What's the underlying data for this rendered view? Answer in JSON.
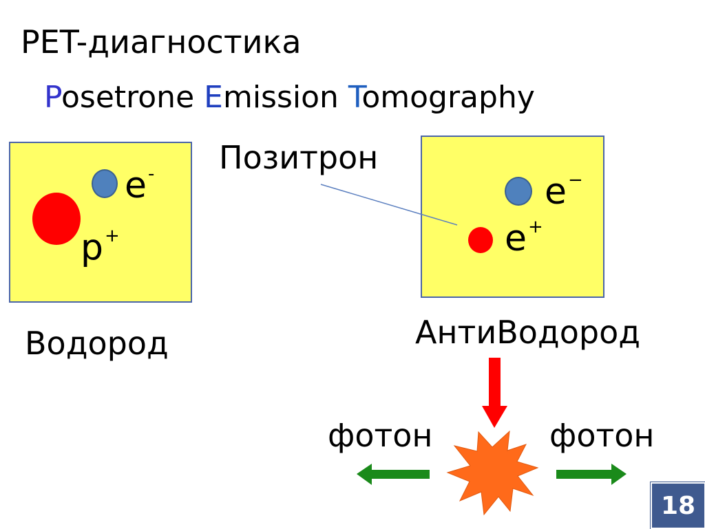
{
  "slide": {
    "title": "PET-диагностика",
    "subtitle_parts": [
      {
        "letter": "P",
        "rest": "osetrone"
      },
      {
        "letter": "E",
        "rest": "mission"
      },
      {
        "letter": "T",
        "rest": "omography"
      }
    ],
    "page_number": "18"
  },
  "hydrogen": {
    "label": "Водород",
    "electron": {
      "base": "e",
      "charge": "-"
    },
    "proton": {
      "base": "p",
      "charge": "+"
    }
  },
  "antihydrogen": {
    "label": "АнтиВодород",
    "callout": "Позитрон",
    "electron": {
      "base": "e",
      "charge": "−"
    },
    "positron": {
      "base": "e",
      "charge": "+"
    }
  },
  "annihilation": {
    "photon_left": "фотон",
    "photon_right": "фотон"
  },
  "colors": {
    "box_fill": "#ffff66",
    "box_border": "#4a64a8",
    "electron": "#4f81bd",
    "proton": "#ff0000",
    "highlight_P": "#3333cc",
    "highlight_E": "#1f3fbf",
    "highlight_T": "#1f5fbf",
    "arrow_down": "#ff0000",
    "arrow_side": "#1a8a1a",
    "burst": "#ff6a1a",
    "badge": "#3f5a8f"
  },
  "icons": {
    "burst": "explosion-star-icon",
    "down_arrow": "arrow-down-icon",
    "left_arrow": "arrow-left-icon",
    "right_arrow": "arrow-right-icon"
  }
}
